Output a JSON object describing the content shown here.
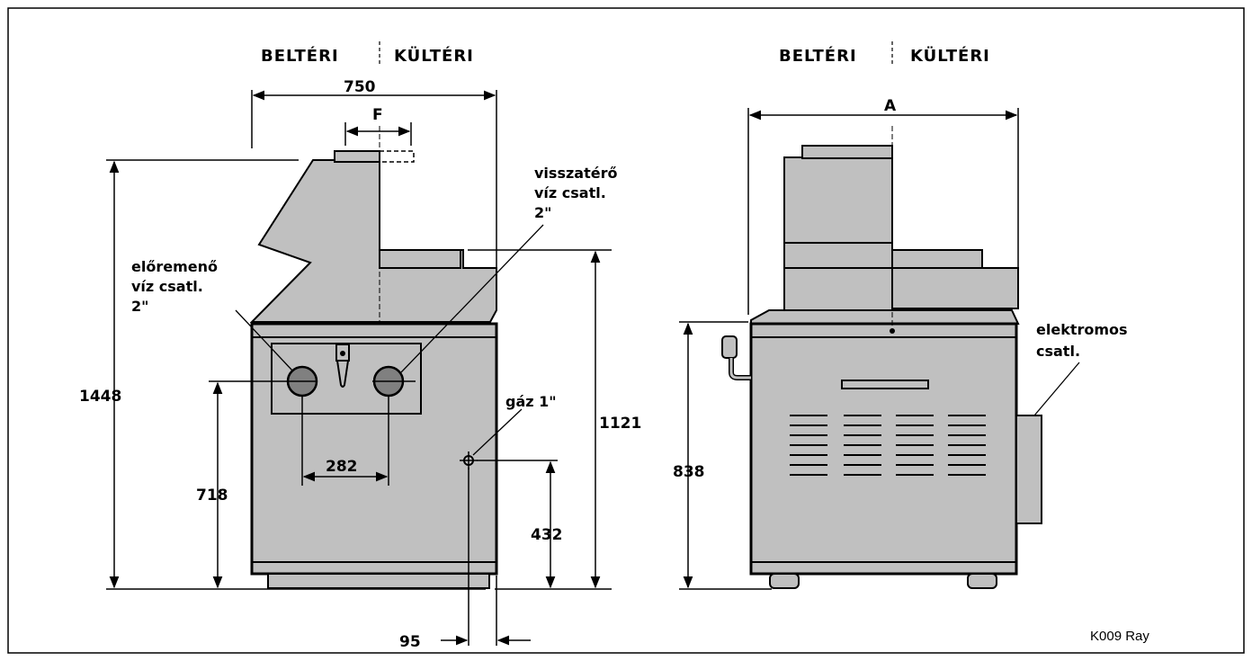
{
  "header": {
    "left_indoor": "BELTÉRI",
    "left_outdoor": "KÜLTÉRI",
    "right_indoor": "BELTÉRI",
    "right_outdoor": "KÜLTÉRI"
  },
  "dimensions": {
    "width_total": "750",
    "flue": "F",
    "height_total": "1448",
    "height_top": "1121",
    "height_pipes": "718",
    "pipe_spacing": "282",
    "gas_height": "432",
    "gas_offset": "95",
    "side_width": "A",
    "side_height": "838"
  },
  "callouts": {
    "flow_line1": "előremenő",
    "flow_line2": "víz csatl.",
    "flow_line3": "2\"",
    "return_line1": "visszatérő",
    "return_line2": "víz csatl.",
    "return_line3": "2\"",
    "gas": "gáz 1\"",
    "electric_line1": "elektromos",
    "electric_line2": "csatl."
  },
  "footer": {
    "code": "K009 Ray"
  },
  "colors": {
    "body": "#c0c0c0",
    "outline": "#000000",
    "frame": "#000000"
  }
}
